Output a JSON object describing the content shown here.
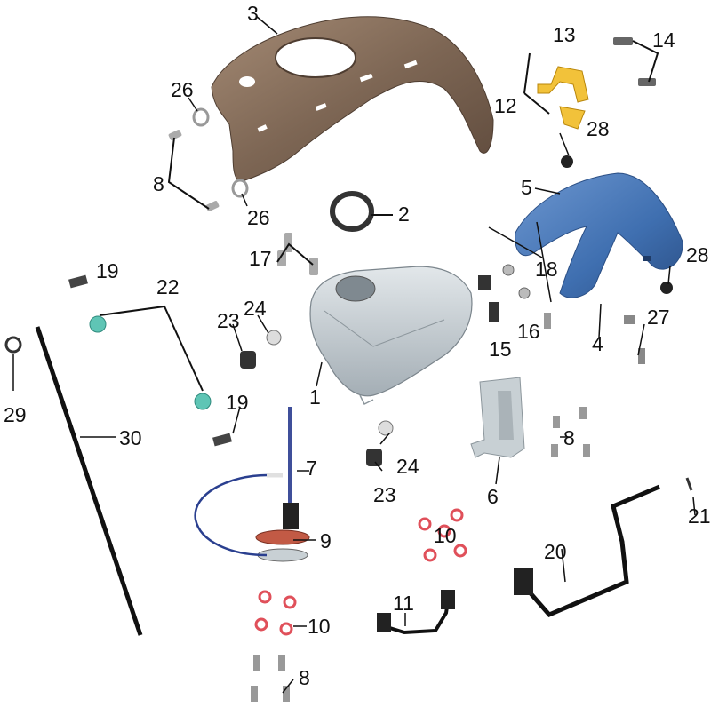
{
  "parts": [
    {
      "id": "p1",
      "label": "1"
    },
    {
      "id": "p2",
      "label": "2"
    },
    {
      "id": "p3",
      "label": "3"
    },
    {
      "id": "p4",
      "label": "4"
    },
    {
      "id": "p5",
      "label": "5"
    },
    {
      "id": "p6",
      "label": "6"
    },
    {
      "id": "p7",
      "label": "7"
    },
    {
      "id": "p8a",
      "label": "8"
    },
    {
      "id": "p8b",
      "label": "8"
    },
    {
      "id": "p8c",
      "label": "8"
    },
    {
      "id": "p9",
      "label": "9"
    },
    {
      "id": "p10a",
      "label": "10"
    },
    {
      "id": "p10b",
      "label": "10"
    },
    {
      "id": "p11",
      "label": "11"
    },
    {
      "id": "p12",
      "label": "12"
    },
    {
      "id": "p13",
      "label": "13"
    },
    {
      "id": "p14",
      "label": "14"
    },
    {
      "id": "p15",
      "label": "15"
    },
    {
      "id": "p16",
      "label": "16"
    },
    {
      "id": "p17",
      "label": "17"
    },
    {
      "id": "p18",
      "label": "18"
    },
    {
      "id": "p19a",
      "label": "19"
    },
    {
      "id": "p19b",
      "label": "19"
    },
    {
      "id": "p20",
      "label": "20"
    },
    {
      "id": "p21",
      "label": "21"
    },
    {
      "id": "p22",
      "label": "22"
    },
    {
      "id": "p23a",
      "label": "23"
    },
    {
      "id": "p23b",
      "label": "23"
    },
    {
      "id": "p24a",
      "label": "24"
    },
    {
      "id": "p24b",
      "label": "24"
    },
    {
      "id": "p26a",
      "label": "26"
    },
    {
      "id": "p26b",
      "label": "26"
    },
    {
      "id": "p27",
      "label": "27"
    },
    {
      "id": "p28a",
      "label": "28"
    },
    {
      "id": "p28b",
      "label": "28"
    },
    {
      "id": "p29",
      "label": "29"
    },
    {
      "id": "p30",
      "label": "30"
    }
  ],
  "colors": {
    "tank_cover": "#7d6654",
    "fuel_tank": "#c5cdd2",
    "side_cover": "#3f6fb0",
    "bracket": "#f2c23a",
    "grommet": "#5fc5b5",
    "oring": "#e0505a",
    "gasket": "#333333",
    "hardware": "#9aa0a6"
  }
}
